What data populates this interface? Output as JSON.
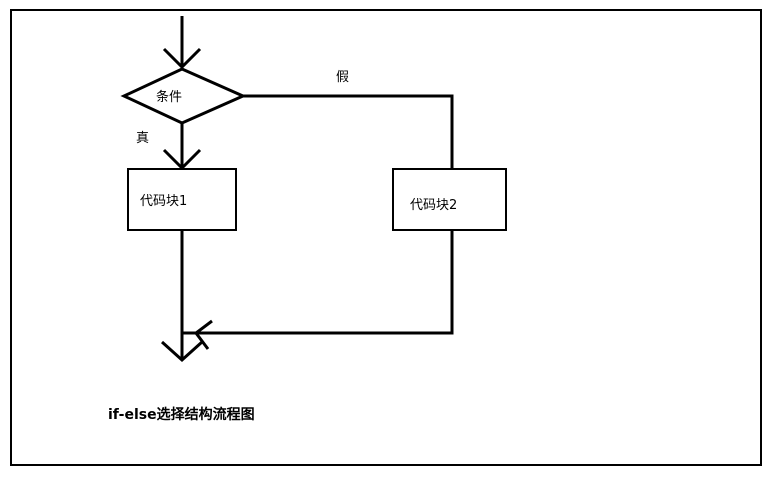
{
  "diagram": {
    "condition_label": "条件",
    "true_label": "真",
    "false_label": "假",
    "block1_label": "代码块1",
    "block2_label": "代码块2",
    "caption": "if-else选择结构流程图"
  }
}
